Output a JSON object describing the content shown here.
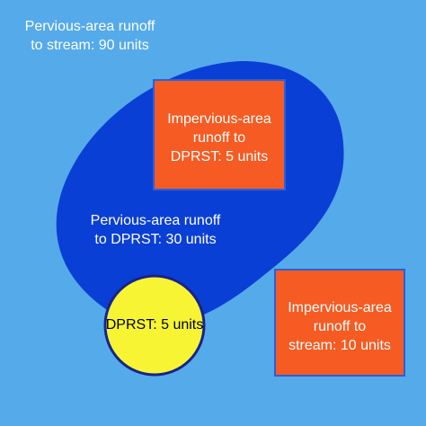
{
  "colors": {
    "background": "#55aaea",
    "basin": "#0a3fd6",
    "impervious_box": "#f55b22",
    "box_border": "#2b5fd9",
    "dprst": "#f7f533",
    "dprst_border": "#18238a"
  },
  "labels": {
    "pervious_stream": [
      "Pervious-area runoff",
      "to stream: 90 units"
    ],
    "pervious_dprst": [
      "Pervious-area runoff",
      "to DPRST: 30 units"
    ],
    "impervious_dprst": [
      "Impervious-area",
      "runoff to",
      "DPRST: 5 units"
    ],
    "impervious_stream": [
      "Impervious-area",
      "runoff to",
      "stream: 10 units"
    ],
    "dprst": "DPRST: 5 units"
  }
}
